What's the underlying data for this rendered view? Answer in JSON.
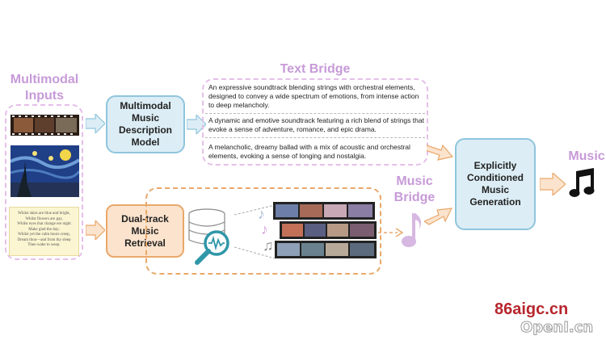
{
  "labels": {
    "multimodal_inputs": "Multimodal Inputs",
    "text_bridge": "Text Bridge",
    "music_bridge": "Music Bridge",
    "music": "Music"
  },
  "boxes": {
    "description_model": "Multimodal Music Description Model",
    "dual_track": "Dual-track Music Retrieval",
    "generation": "Explicitly Conditioned Music Generation"
  },
  "text_bridge_descriptions": [
    "An expressive soundtrack blending strings with orchestral elements, designed to convey a wide spectrum of emotions, from intense action to deep melancholy.",
    "A dynamic and emotive soundtrack featuring a rich blend of strings that evoke a sense of adventure, romance, and epic drama.",
    "A melancholic, dreamy ballad with a mix of acoustic and orchestral elements, evoking a sense of longing and nostalgia."
  ],
  "poem": "Whilst skies are blue and bright,\nWhilst flowers are gay,\nWhilst eyes that change ere night\nMake glad the day;\nWhilst yet the calm hours creep,\nDream thou—and from thy sleep\nThen wake to weep.",
  "watermark": {
    "line1": "86aigc.cn",
    "line2": "OpenI.cn"
  },
  "colors": {
    "purple": "#c79ad8",
    "blue_fill": "#dcedf5",
    "blue_border": "#8fc5dd",
    "orange_fill": "#fbe3cd",
    "orange_border": "#e9a86a"
  }
}
